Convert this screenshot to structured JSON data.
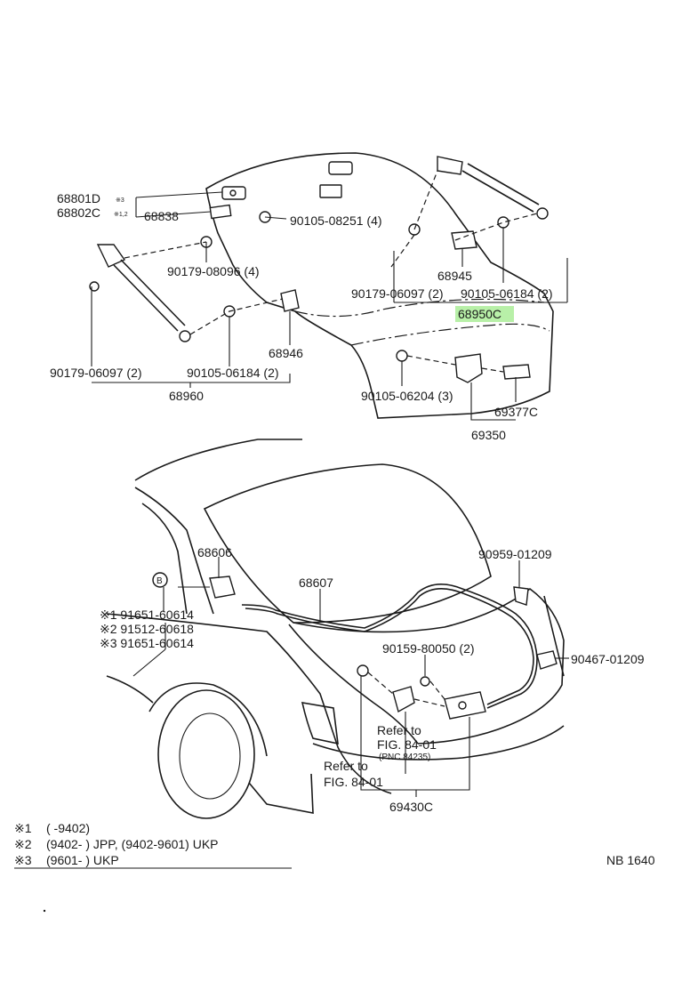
{
  "colors": {
    "ink": "#1a1a1a",
    "highlight": "#b8f0a8",
    "paper": "#ffffff"
  },
  "upper": {
    "p68801d": "68801D",
    "p68802c": "68802C",
    "mark1": "※3",
    "mark2": "※1,2",
    "p68838": "68838",
    "p90105_08251": "90105-08251 (4)",
    "p90179_08096": "90179-08096 (4)",
    "p90179_06097_left": "90179-06097 (2)",
    "p90105_06184_left": "90105-06184 (2)",
    "p68946": "68946",
    "p68960": "68960",
    "p68945": "68945",
    "p90179_06097_right": "90179-06097 (2)",
    "p90105_06184_right": "90105-06184 (2)",
    "p68950c": "68950C",
    "p90105_06204": "90105-06204 (3)",
    "p69377c": "69377C",
    "p69350": "69350"
  },
  "lower": {
    "p68606": "68606",
    "p68607": "68607",
    "circle_b": "B",
    "p91651_60614_a": "※1 91651-60614",
    "p91512_60618": "※2 91512-60618",
    "p91651_60614_b": "※3 91651-60614",
    "p90959_01209": "90959-01209",
    "p90159_80050": "90159-80050 (2)",
    "p90467_01209": "90467-01209",
    "ref1_line1": "Refer to",
    "ref1_line2": "FIG. 84-01",
    "ref1_pnc": "(PNC 84235)",
    "ref2_line1": "Refer to",
    "ref2_line2": "FIG. 84-01",
    "p69430c": "69430C"
  },
  "footnotes": [
    {
      "mark": "※1",
      "text": "(        -9402)"
    },
    {
      "mark": "※2",
      "text": "(9402-          ) JPP, (9402-9601) UKP"
    },
    {
      "mark": "※3",
      "text": "(9601-          ) UKP"
    }
  ],
  "figure_code": "NB 1640"
}
